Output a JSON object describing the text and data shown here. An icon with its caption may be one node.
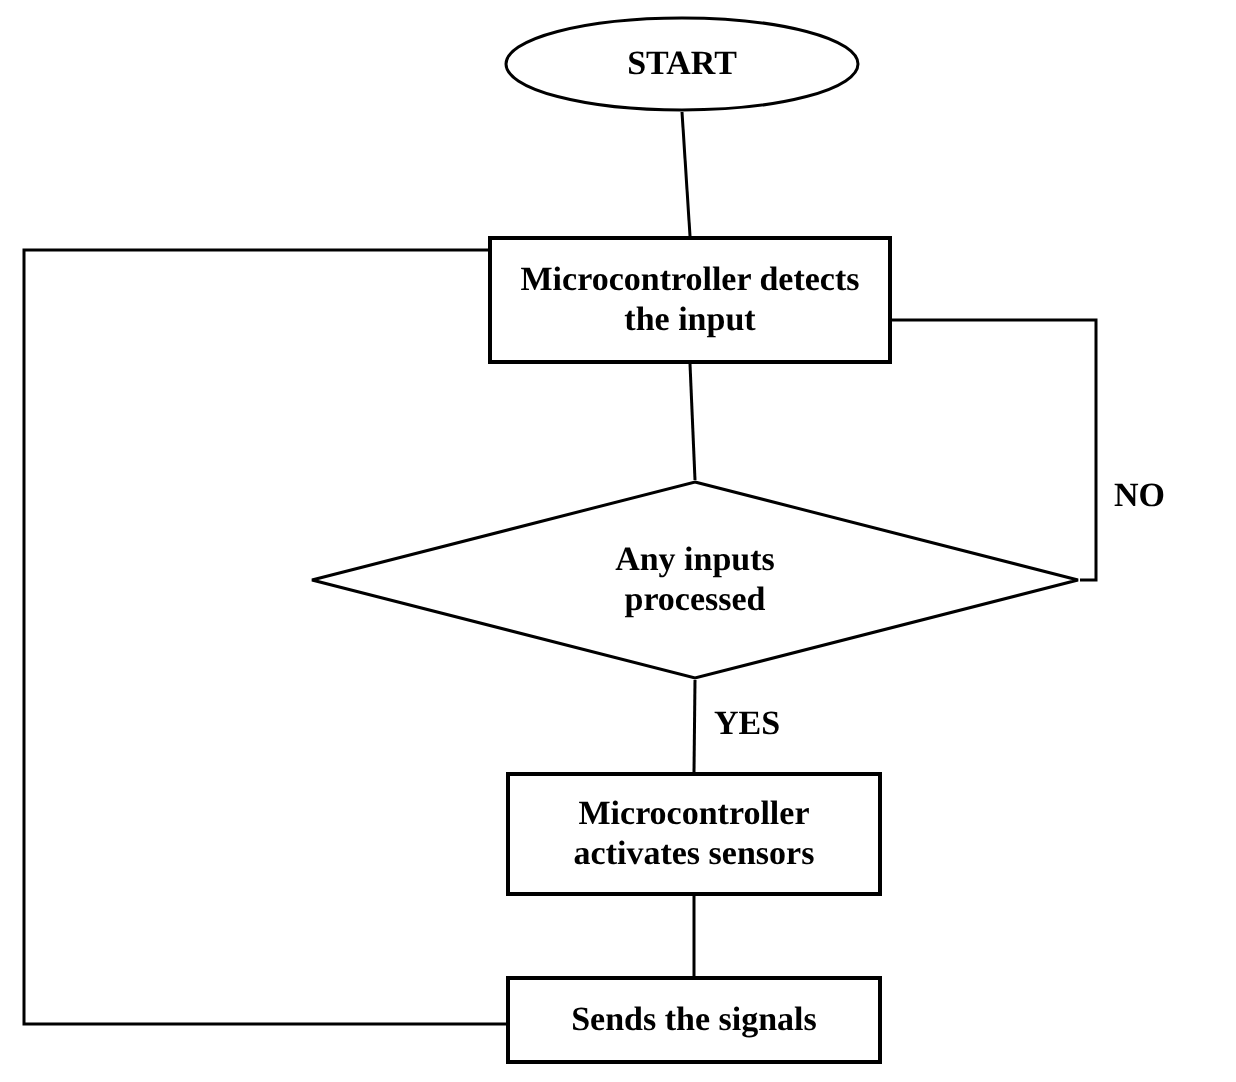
{
  "diagram": {
    "nodes": [
      {
        "text": [
          "START"
        ]
      },
      {
        "text": [
          "Microcontroller detects the input"
        ]
      },
      {
        "text": [
          "Any inputs processed"
        ]
      },
      {
        "text": [
          "Microcontroller activates sensors"
        ]
      },
      {
        "text": [
          "Sends the signals"
        ]
      }
    ],
    "edges": [
      {
        "from": 0,
        "to": 1,
        "arrow": "none"
      },
      {
        "from": 1,
        "to": 2,
        "arrow": "none"
      },
      {
        "from": 2,
        "to": 1,
        "arrow": "none",
        "label": "NO"
      },
      {
        "from": 2,
        "to": 3,
        "arrow": "none",
        "label": "YES"
      },
      {
        "from": 3,
        "to": 4,
        "arrow": "none"
      },
      {
        "from": 4,
        "to": 1,
        "arrow": "none"
      }
    ]
  }
}
